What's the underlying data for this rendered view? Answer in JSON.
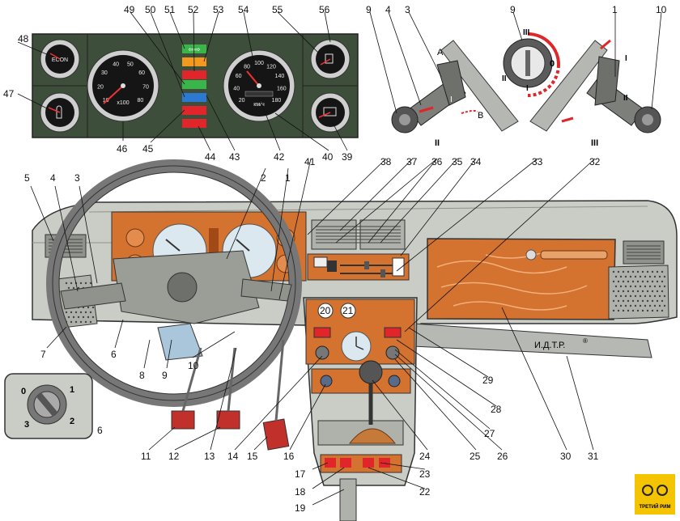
{
  "callouts": {
    "n1": "1",
    "n2": "2",
    "n3": "3",
    "n4": "4",
    "n5": "5",
    "n6": "6",
    "n7": "7",
    "n8": "8",
    "n9": "9",
    "n10": "10",
    "n11": "11",
    "n12": "12",
    "n13": "13",
    "n14": "14",
    "n15": "15",
    "n16": "16",
    "n17": "17",
    "n18": "18",
    "n19": "19",
    "n20": "20",
    "n21": "21",
    "n22": "22",
    "n23": "23",
    "n24": "24",
    "n25": "25",
    "n26": "26",
    "n27": "27",
    "n28": "28",
    "n29": "29",
    "n30": "30",
    "n31": "31",
    "n32": "32",
    "n33": "33",
    "n34": "34",
    "n35": "35",
    "n36": "36",
    "n37": "37",
    "n38": "38",
    "n39": "39",
    "n40": "40",
    "n41": "41",
    "n42": "42",
    "n43": "43",
    "n44": "44",
    "n45": "45",
    "n46": "46",
    "n47": "47",
    "n48": "48",
    "n49": "49",
    "n50": "50",
    "n51": "51",
    "n52": "52",
    "n53": "53",
    "n54": "54",
    "n55": "55",
    "n56": "56"
  },
  "cluster": {
    "econ_label": "ECON",
    "tacho_unit": "x100",
    "speedo_unit": "км/ч",
    "tacho_ticks": [
      "10",
      "20",
      "30",
      "40",
      "50",
      "60",
      "70",
      "80"
    ],
    "speedo_ticks": [
      "20",
      "40",
      "60",
      "80",
      "100",
      "120",
      "140",
      "160",
      "180"
    ]
  },
  "stalk": {
    "pos_A": "A",
    "pos_B": "B",
    "pos_I": "I",
    "pos_II": "II",
    "pos_III": "III",
    "right_I": "I",
    "right_II": "II",
    "right_III": "III"
  },
  "ignition_top": {
    "pos_0": "0",
    "pos_I": "I",
    "pos_II": "II",
    "pos_III": "III"
  },
  "ignition_inset": {
    "pos_0": "0",
    "pos_1": "1",
    "pos_2": "2",
    "pos_3": "3"
  },
  "glovebox_mark": "И.Д.Т.Р.",
  "glovebox_reg": "®",
  "logo_text": "ТРЕТИЙ РИМ",
  "colors": {
    "cluster_bg": "#3d4f3a",
    "wood": "#d4722f",
    "panel": "#c9cdc6",
    "signal_green": "#39b54a",
    "signal_orange": "#f39a1e",
    "signal_red": "#e0262a",
    "signal_blue": "#2b79d1"
  }
}
